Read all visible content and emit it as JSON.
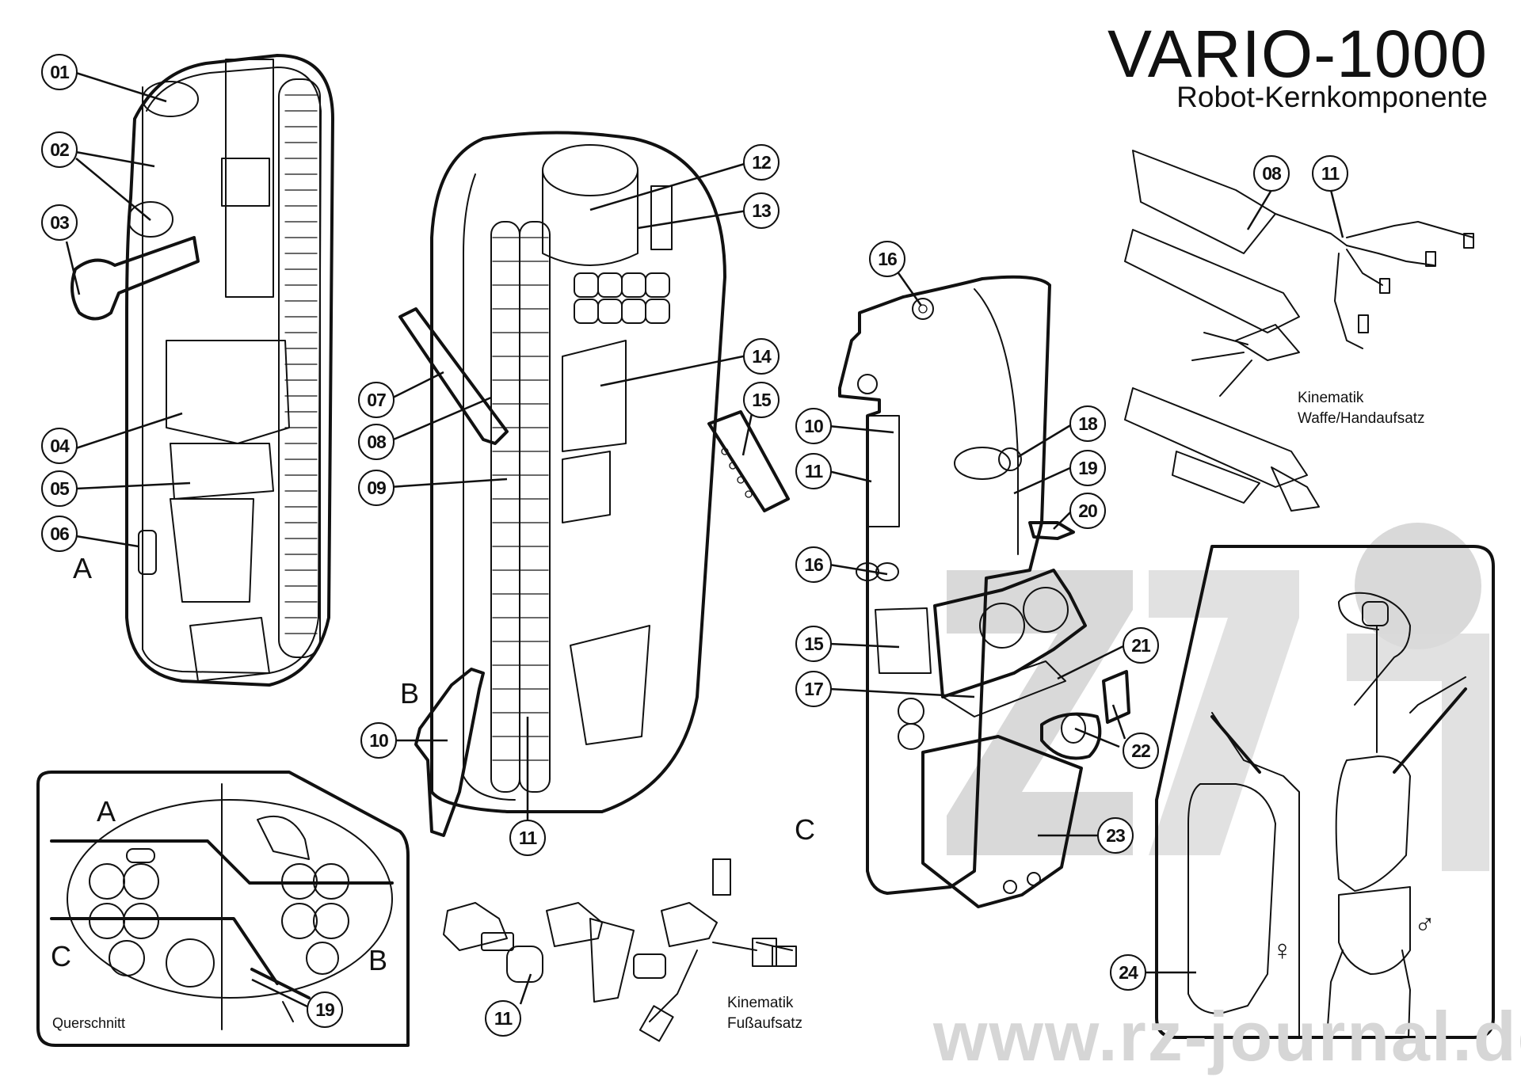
{
  "header": {
    "title": "VARIO-1000",
    "subtitle": "Robot-Kernkomponente"
  },
  "watermark": "www.rz-journal.de",
  "views": {
    "a": {
      "letter": "A",
      "callouts": [
        "01",
        "02",
        "03",
        "04",
        "05",
        "06"
      ]
    },
    "b": {
      "letter": "B",
      "callouts": [
        "07",
        "08",
        "09",
        "10",
        "11",
        "12",
        "13",
        "14",
        "15"
      ]
    },
    "c": {
      "letter": "C",
      "callouts": [
        "10",
        "11",
        "15",
        "16",
        "16",
        "17",
        "18",
        "19",
        "20",
        "21",
        "22",
        "23"
      ]
    }
  },
  "cross_section": {
    "caption": "Querschnitt",
    "letters": [
      "A",
      "B",
      "C"
    ],
    "callout": "19"
  },
  "foot_kinematics": {
    "caption_line1": "Kinematik",
    "caption_line2": "Fußaufsatz",
    "callout": "11"
  },
  "hand_kinematics": {
    "caption_line1": "Kinematik",
    "caption_line2": "Waffe/Handaufsatz",
    "callouts": [
      "08",
      "11"
    ]
  },
  "body_panel": {
    "callout": "24",
    "female_symbol": "♀",
    "male_symbol": "♂"
  },
  "colors": {
    "ink": "#111111",
    "watermark": "#d9d9d9",
    "background": "#ffffff"
  }
}
